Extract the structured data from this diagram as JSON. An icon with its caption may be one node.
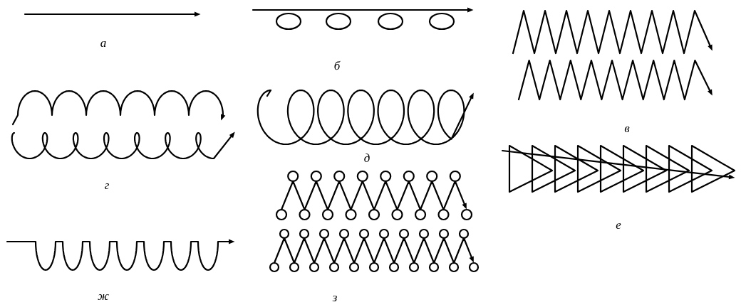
{
  "diagram": {
    "labels": [
      "а",
      "б",
      "в",
      "г",
      "д",
      "е",
      "ж",
      "з"
    ]
  }
}
